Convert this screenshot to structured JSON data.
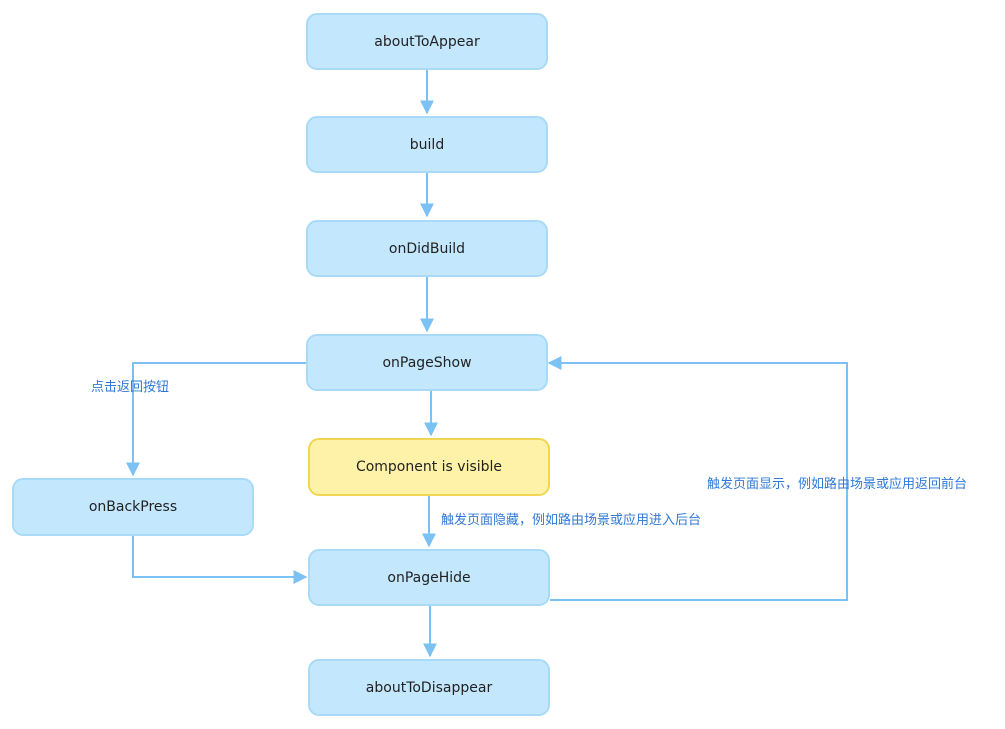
{
  "nodes": {
    "about_to_appear": "aboutToAppear",
    "build": "build",
    "on_did_build": "onDidBuild",
    "on_page_show": "onPageShow",
    "component_visible": "Component is visible",
    "on_back_press": "onBackPress",
    "on_page_hide": "onPageHide",
    "about_to_disappear": "aboutToDisappear"
  },
  "edge_labels": {
    "back_button": "点击返回按钮",
    "hide_trigger": "触发页面隐藏，例如路由场景或应用进入后台",
    "show_trigger": "触发页面显示，例如路由场景或应用返回前台"
  },
  "colors": {
    "node_fill": "#c3e7fd",
    "node_border": "#a9daf7",
    "highlight_fill": "#fdf2a8",
    "highlight_border": "#f1d651",
    "connector": "#7cc1f4",
    "label_text": "#2f79d6"
  }
}
